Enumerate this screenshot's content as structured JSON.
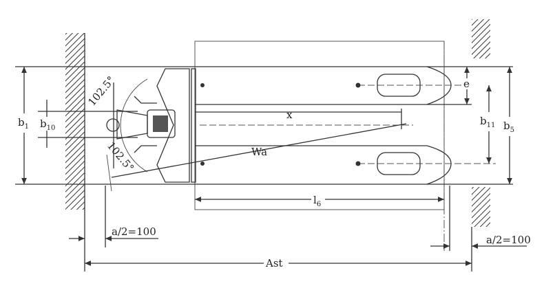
{
  "diagram": {
    "labels": {
      "b1": "b",
      "b1_sub": "1",
      "b10": "b",
      "b10_sub": "10",
      "x": "x",
      "wa": "Wa",
      "l6": "l",
      "l6_sub": "6",
      "b11": "b",
      "b11_sub": "11",
      "b5": "b",
      "b5_sub": "5",
      "e": "e",
      "angle_top": "102.5°",
      "angle_bottom": "102.5°",
      "a_half_left": "a/2=100",
      "a_half_right": "a/2=100",
      "ast": "Ast"
    }
  }
}
